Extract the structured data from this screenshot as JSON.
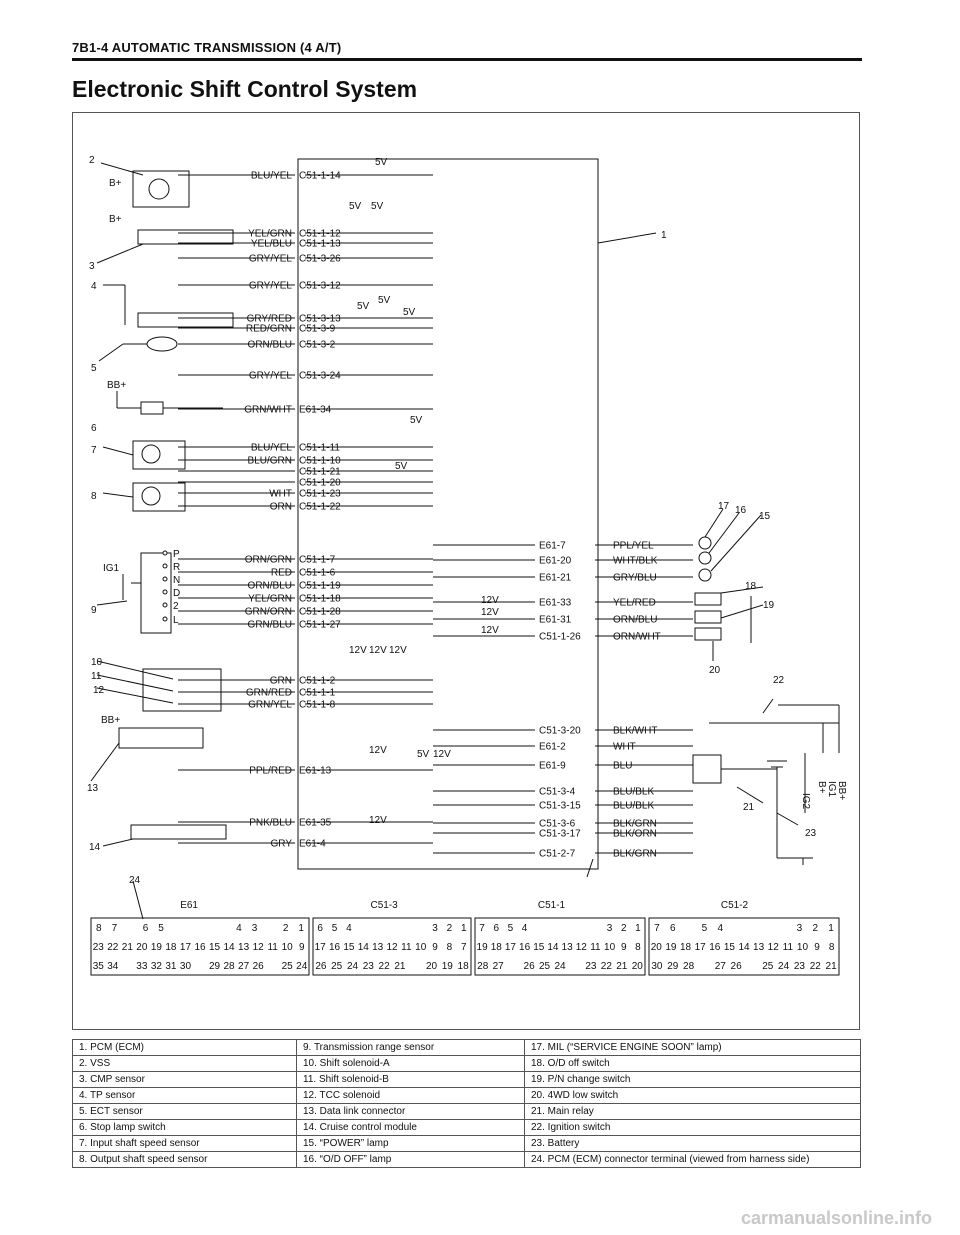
{
  "header": "7B1-4 AUTOMATIC TRANSMISSION (4 A/T)",
  "title": "Electronic Shift Control System",
  "watermark": "carmanualsonline.info",
  "diagram": {
    "callouts": [
      "1",
      "2",
      "3",
      "4",
      "5",
      "6",
      "7",
      "8",
      "9",
      "10",
      "11",
      "12",
      "13",
      "14",
      "15",
      "16",
      "17",
      "18",
      "19",
      "20",
      "21",
      "22",
      "23",
      "24"
    ],
    "power": {
      "b_plus": "B+",
      "bb_plus": "BB+",
      "ig1": "IG1",
      "ig2": "IG2",
      "v5": "5V",
      "v12": "12V"
    },
    "range_positions": [
      "P",
      "R",
      "N",
      "D",
      "2",
      "L"
    ],
    "left_wires": [
      {
        "wire": "BLU/YEL",
        "pin": "C51-1-14"
      },
      {
        "wire": "YEL/GRN",
        "pin": "C51-1-12"
      },
      {
        "wire": "YEL/BLU",
        "pin": "C51-1-13"
      },
      {
        "wire": "GRY/YEL",
        "pin": "C51-3-26"
      },
      {
        "wire": "GRY/YEL",
        "pin": "C51-3-12"
      },
      {
        "wire": "GRY/RED",
        "pin": "C51-3-13"
      },
      {
        "wire": "RED/GRN",
        "pin": "C51-3-9"
      },
      {
        "wire": "ORN/BLU",
        "pin": "C51-3-2"
      },
      {
        "wire": "GRY/YEL",
        "pin": "C51-3-24"
      },
      {
        "wire": "GRN/WHT",
        "pin": "E61-34"
      },
      {
        "wire": "BLU/YEL",
        "pin": "C51-1-11"
      },
      {
        "wire": "BLU/GRN",
        "pin": "C51-1-10"
      },
      {
        "wire": "",
        "pin": "C51-1-21"
      },
      {
        "wire": "",
        "pin": "C51-1-20"
      },
      {
        "wire": "WHT",
        "pin": "C51-1-23"
      },
      {
        "wire": "ORN",
        "pin": "C51-1-22"
      },
      {
        "wire": "ORN/GRN",
        "pin": "C51-1-7"
      },
      {
        "wire": "RED",
        "pin": "C51-1-6"
      },
      {
        "wire": "ORN/BLU",
        "pin": "C51-1-19"
      },
      {
        "wire": "YEL/GRN",
        "pin": "C51-1-18"
      },
      {
        "wire": "GRN/ORN",
        "pin": "C51-1-28"
      },
      {
        "wire": "GRN/BLU",
        "pin": "C51-1-27"
      },
      {
        "wire": "GRN",
        "pin": "C51-1-2"
      },
      {
        "wire": "GRN/RED",
        "pin": "C51-1-1"
      },
      {
        "wire": "GRN/YEL",
        "pin": "C51-1-8"
      },
      {
        "wire": "PPL/RED",
        "pin": "E61-13"
      },
      {
        "wire": "PNK/BLU",
        "pin": "E61-35"
      },
      {
        "wire": "GRY",
        "pin": "E61-4"
      }
    ],
    "right_wires": [
      {
        "pin": "E61-7",
        "wire": "PPL/YEL"
      },
      {
        "pin": "E61-20",
        "wire": "WHT/BLK"
      },
      {
        "pin": "E61-21",
        "wire": "GRY/BLU"
      },
      {
        "pin": "E61-33",
        "wire": "YEL/RED"
      },
      {
        "pin": "E61-31",
        "wire": "ORN/BLU"
      },
      {
        "pin": "C51-1-26",
        "wire": "ORN/WHT"
      },
      {
        "pin": "C51-3-20",
        "wire": "BLK/WHT"
      },
      {
        "pin": "E61-2",
        "wire": "WHT"
      },
      {
        "pin": "E61-9",
        "wire": "BLU"
      },
      {
        "pin": "C51-3-4",
        "wire": "BLU/BLK"
      },
      {
        "pin": "C51-3-15",
        "wire": "BLU/BLK"
      },
      {
        "pin": "C51-3-6",
        "wire": "BLK/GRN"
      },
      {
        "pin": "C51-3-17",
        "wire": "BLK/ORN"
      },
      {
        "pin": "C51-2-7",
        "wire": "BLK/GRN"
      }
    ],
    "connectors": [
      {
        "name": "E61",
        "rows": [
          [
            "8",
            "7",
            "",
            "6",
            "5",
            "",
            "",
            "",
            "",
            "4",
            "3",
            "",
            "2",
            "1"
          ],
          [
            "23",
            "22",
            "21",
            "20",
            "19",
            "18",
            "17",
            "16",
            "15",
            "14",
            "13",
            "12",
            "11",
            "10",
            "9"
          ],
          [
            "35",
            "34",
            "",
            "33",
            "32",
            "31",
            "30",
            "",
            "29",
            "28",
            "27",
            "26",
            "",
            "25",
            "24"
          ]
        ]
      },
      {
        "name": "C51-3",
        "rows": [
          [
            "6",
            "5",
            "4",
            "",
            "",
            "",
            "",
            "",
            "3",
            "2",
            "1"
          ],
          [
            "17",
            "16",
            "15",
            "14",
            "13",
            "12",
            "11",
            "10",
            "9",
            "8",
            "7"
          ],
          [
            "26",
            "25",
            "24",
            "23",
            "22",
            "21",
            "",
            "20",
            "19",
            "18"
          ]
        ]
      },
      {
        "name": "C51-1",
        "rows": [
          [
            "7",
            "6",
            "5",
            "4",
            "",
            "",
            "",
            "",
            "",
            "3",
            "2",
            "1"
          ],
          [
            "19",
            "18",
            "17",
            "16",
            "15",
            "14",
            "13",
            "12",
            "11",
            "10",
            "9",
            "8"
          ],
          [
            "28",
            "27",
            "",
            "26",
            "25",
            "24",
            "",
            "23",
            "22",
            "21",
            "20"
          ]
        ]
      },
      {
        "name": "C51-2",
        "rows": [
          [
            "7",
            "6",
            "",
            "5",
            "4",
            "",
            "",
            "",
            "",
            "3",
            "2",
            "1"
          ],
          [
            "20",
            "19",
            "18",
            "17",
            "16",
            "15",
            "14",
            "13",
            "12",
            "11",
            "10",
            "9",
            "8"
          ],
          [
            "30",
            "29",
            "28",
            "",
            "27",
            "26",
            "",
            "25",
            "24",
            "23",
            "22",
            "21"
          ]
        ]
      }
    ]
  },
  "legend": [
    [
      "1. PCM (ECM)",
      "9. Transmission range sensor",
      "17. MIL (“SERVICE ENGINE SOON” lamp)"
    ],
    [
      "2. VSS",
      "10. Shift solenoid-A",
      "18. O/D off switch"
    ],
    [
      "3. CMP sensor",
      "11. Shift solenoid-B",
      "19. P/N change switch"
    ],
    [
      "4. TP sensor",
      "12. TCC solenoid",
      "20. 4WD low switch"
    ],
    [
      "5. ECT sensor",
      "13. Data link connector",
      "21. Main relay"
    ],
    [
      "6. Stop lamp switch",
      "14. Cruise control module",
      "22. Ignition switch"
    ],
    [
      "7. Input shaft speed sensor",
      "15. “POWER” lamp",
      "23. Battery"
    ],
    [
      "8. Output shaft speed sensor",
      "16. “O/D OFF” lamp",
      "24. PCM (ECM) connector terminal (viewed from harness side)"
    ]
  ]
}
